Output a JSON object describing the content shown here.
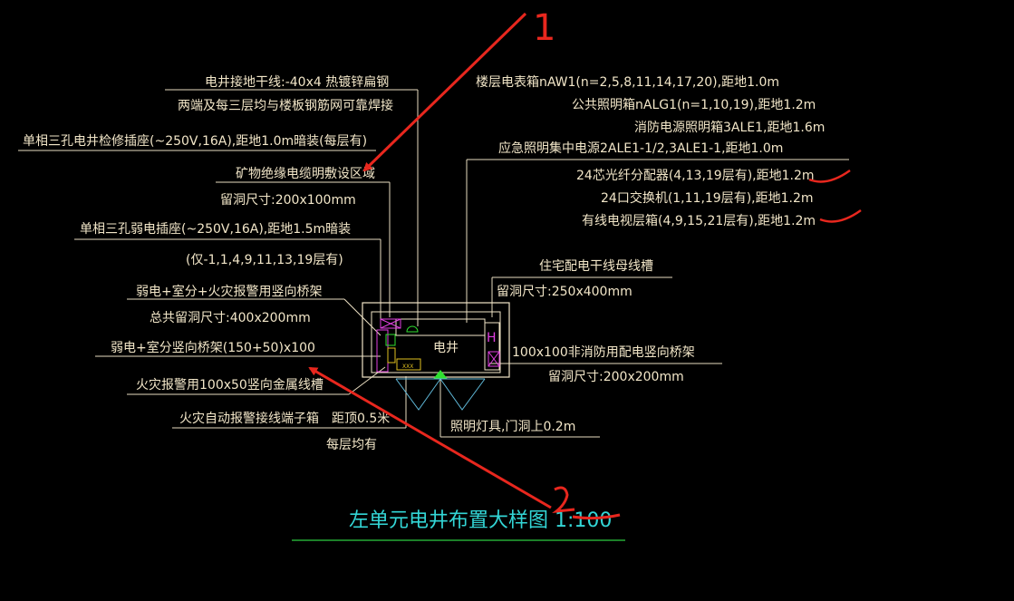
{
  "title": "左单元电井布置大样图 1:100",
  "room_label": "电井",
  "box_code": "XXX",
  "annotations": {
    "ground_line": "电井接地干线:-40x4 热镀锌扁钢",
    "ground_note": "两端及每三层均与楼板钢筋网可靠焊接",
    "socket_maint": "单相三孔电井检修插座(~250V,16A),距地1.0m暗装(每层有)",
    "mineral_cable": "矿物绝缘电缆明敷设区域",
    "mineral_opening": "留洞尺寸:200x100mm",
    "socket_weak": "单相三孔弱电插座(~250V,16A),距地1.5m暗装",
    "socket_weak_floors": "(仅-1,1,4,9,11,13,19层有)",
    "tray_fire": "弱电+室分+火灾报警用竖向桥架",
    "tray_fire_opening": "总共留洞尺寸:400x200mm",
    "tray_weak": "弱电+室分竖向桥架(150+50)x100",
    "trunk_fire": "火灾报警用100x50竖向金属线槽",
    "fire_box": "火灾自动报警接线端子箱　距顶0.5米",
    "fire_box_floors": "每层均有",
    "meter_box": "楼层电表箱nAW1(n=2,5,8,11,14,17,20),距地1.0m",
    "public_light_box": "公共照明箱nALG1(n=1,10,19),距地1.2m",
    "fire_light_box": "消防电源照明箱3ALE1,距地1.6m",
    "emergency_power": "应急照明集中电源2ALE1-1/2,3ALE1-1,距地1.0m",
    "fiber_splitter": "24芯光纤分配器(4,13,19层有),距地1.2m",
    "switch_24": "24口交换机(1,11,19层有),距地1.2m",
    "catv_box": "有线电视层箱(4,9,15,21层有),距地1.2m",
    "busway": "住宅配电干线母线槽",
    "busway_opening": "留洞尺寸:250x400mm",
    "nonfire_tray": "100x100非消防用配电竖向桥架",
    "nonfire_opening": "留洞尺寸:200x200mm",
    "lighting": "照明灯具,门洞上0.2m"
  },
  "markup": {
    "mark_1": "1",
    "mark_2": "2",
    "color": "#e8271e"
  },
  "colors": {
    "background": "#000000",
    "text": "#f2e6c8",
    "title": "#33d6d6",
    "title_underline": "#2ecc40",
    "wall": "#f2e6c8",
    "door": "#5fb8d8",
    "magenta": "#e040e0",
    "green": "#30e030",
    "yellow": "#e0c020",
    "red": "#e8271e"
  }
}
